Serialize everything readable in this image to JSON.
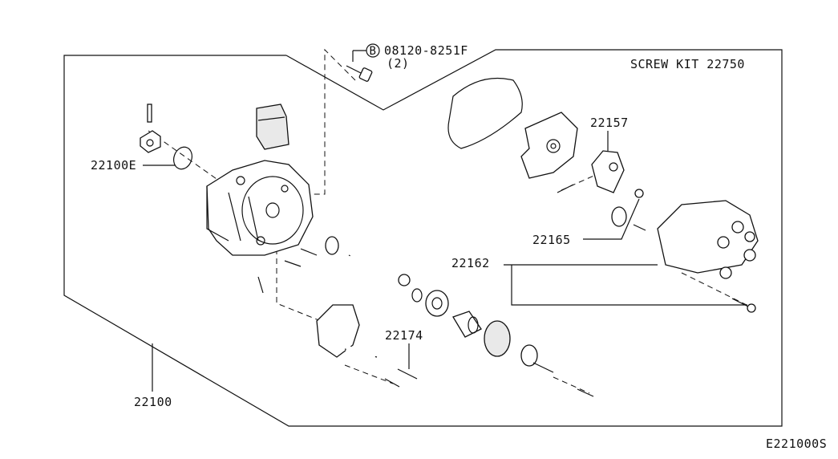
{
  "labels": {
    "bolt_callout_symbol": "B",
    "bolt_callout_part": "08120-8251F",
    "bolt_callout_qty": "(2)",
    "screw_kit": "SCREW KIT 22750",
    "p22157": "22157",
    "p22100E": "22100E",
    "p22165": "22165",
    "p22162": "22162",
    "p22174": "22174",
    "p22100": "22100",
    "diagram_code": "E221000S"
  },
  "icons": [
    "bolt-icon",
    "pin-icon",
    "seal-icon",
    "gasket-icon",
    "plate-icon",
    "rotor-icon",
    "housing-icon",
    "shaft-icon",
    "bearing-icon",
    "washer-icon",
    "coupling-icon",
    "distributor-cap-icon",
    "sensor-icon",
    "spring-icon",
    "screw-icon"
  ]
}
